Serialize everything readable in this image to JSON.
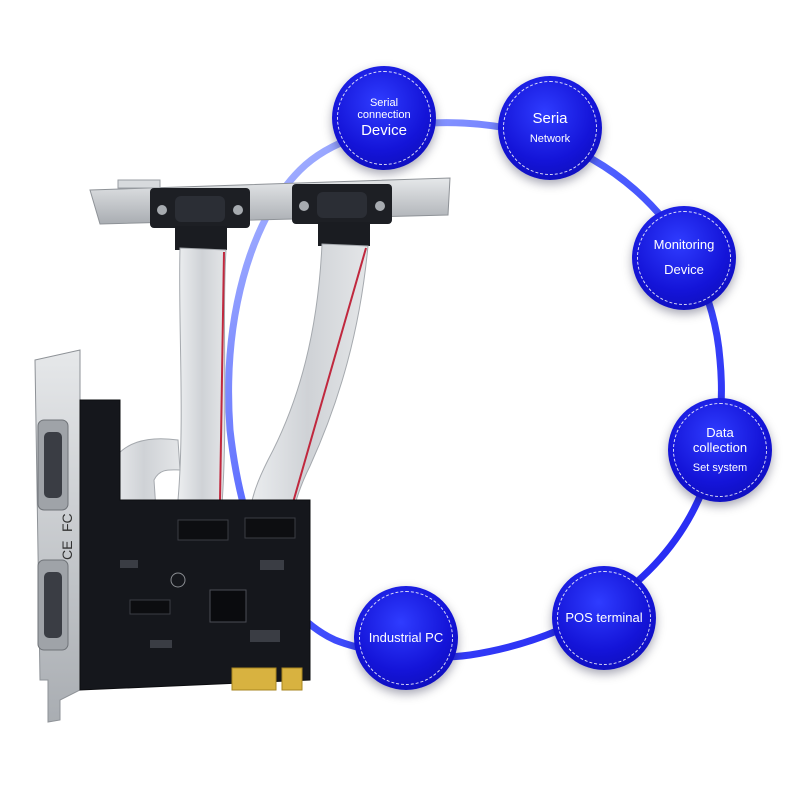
{
  "badges": {
    "serial_connection_device": {
      "line1": "Serial",
      "line2": "connection",
      "line3": "Device"
    },
    "seria_network": {
      "line1": "Seria",
      "line2": "Network"
    },
    "monitoring_device": {
      "line1": "Monitoring",
      "line2": "Device"
    },
    "data_collection": {
      "line1": "Data",
      "line2": "collection",
      "line3": "Set system"
    },
    "pos_terminal": {
      "line1": "POS terminal"
    },
    "industrial_pc": {
      "line1": "Industrial PC"
    }
  },
  "colors": {
    "badge_blue": "#1414d8",
    "ring_blue": "#2a2aff",
    "pcb": "#15171c",
    "bracket": "#c9ccd0",
    "ribbon": "#d9dbde",
    "gold": "#d8b240"
  }
}
